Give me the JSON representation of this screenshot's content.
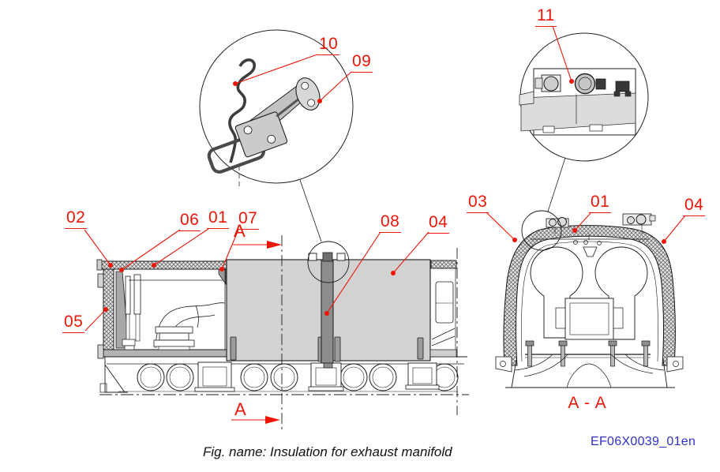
{
  "labels": {
    "n01": "01",
    "n02": "02",
    "n03": "03",
    "n04": "04",
    "n05": "05",
    "n06": "06",
    "n07": "07",
    "n08": "08",
    "n09": "09",
    "n10": "10",
    "n11": "11"
  },
  "section": {
    "arrow_letter": "A",
    "view_title": "A - A"
  },
  "caption": {
    "fig_name": "Fig. name: Insulation for exhaust manifold"
  },
  "doc_code": "EF06X0039_01en",
  "colors": {
    "callout_red": "#ee1507",
    "doc_code_blue": "#3030cf"
  }
}
